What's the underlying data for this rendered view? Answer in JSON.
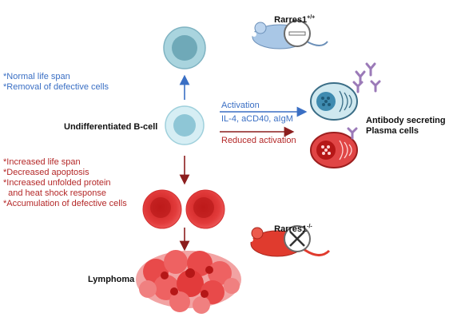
{
  "colors": {
    "blue_text": "#3a6fc4",
    "red_text": "#b42828",
    "b_cell_fill": "#bfe3ee",
    "b_cell_nucleus": "#8ec6d6",
    "memory_cell_fill": "#8fc7d4",
    "lymphoma_red": "#e23b3b",
    "antibody_purple": "#9b7ab8",
    "mouse_blue": "#a9c7e6",
    "mouse_red": "#e03b2e"
  },
  "labels": {
    "normal_outcomes": [
      "*Normal life span",
      "*Removal of defective cells"
    ],
    "undifferentiated": "Undifferentiated B-cell",
    "activation_title": "Activation",
    "activation_agents": "IL-4, aCD40, aIgM",
    "reduced_activation": "Reduced activation",
    "plasma_line1": "Antibody secreting",
    "plasma_line2": "Plasma cells",
    "knockout_outcomes": [
      "*Increased life span",
      "*Decreased apoptosis",
      "*Increased unfolded protein",
      "  and heat shock response",
      "*Accumulation of defective cells"
    ],
    "lymphoma": "Lymphoma",
    "wt_mouse": "Rarres1",
    "wt_genotype": "+/+",
    "ko_mouse": "Rarres1",
    "ko_genotype": "-/-"
  },
  "icons": [
    "wild-type-mouse-icon",
    "knockout-mouse-icon",
    "antibody-icon",
    "plasma-cell-icon",
    "b-cell-icon",
    "lymphoma-mass-icon"
  ]
}
